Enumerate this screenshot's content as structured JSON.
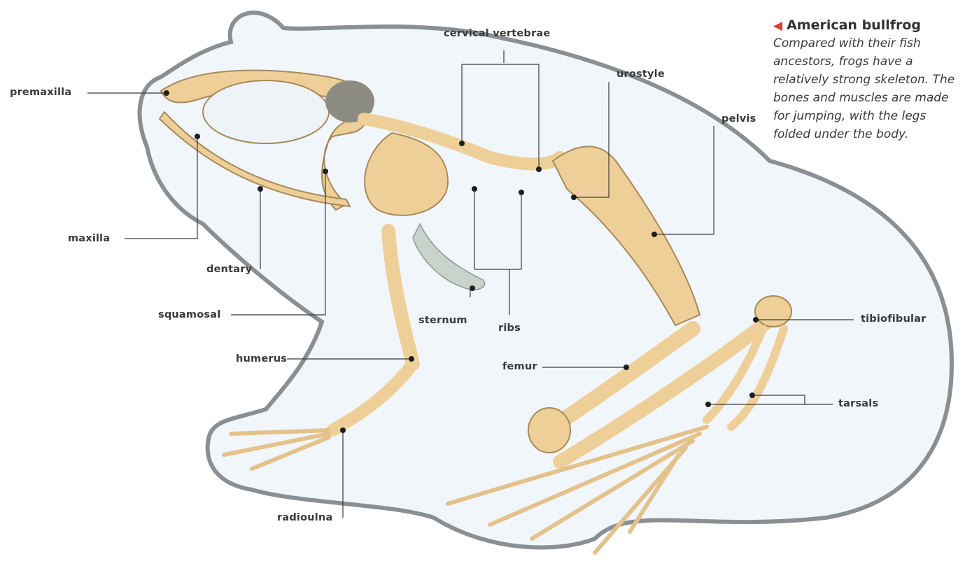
{
  "caption": {
    "title": "American bullfrog",
    "body": "Compared with their fish ancestors, frogs have a relatively strong skeleton. The bones and muscles are made for jumping, with the legs folded under the body."
  },
  "labels": {
    "premaxilla": "premaxilla",
    "maxilla": "maxilla",
    "dentary": "dentary",
    "squamosal": "squamosal",
    "humerus": "humerus",
    "radioulna": "radioulna",
    "sternum": "sternum",
    "ribs": "ribs",
    "cervical_vertebrae": "cervical vertebrae",
    "urostyle": "urostyle",
    "pelvis": "pelvis",
    "femur": "femur",
    "tibiofibular": "tibiofibular",
    "tarsals": "tarsals"
  },
  "colors": {
    "accent_triangle": "#e03a2f",
    "bone": "#efcf98",
    "outline": "#8a8f94"
  }
}
